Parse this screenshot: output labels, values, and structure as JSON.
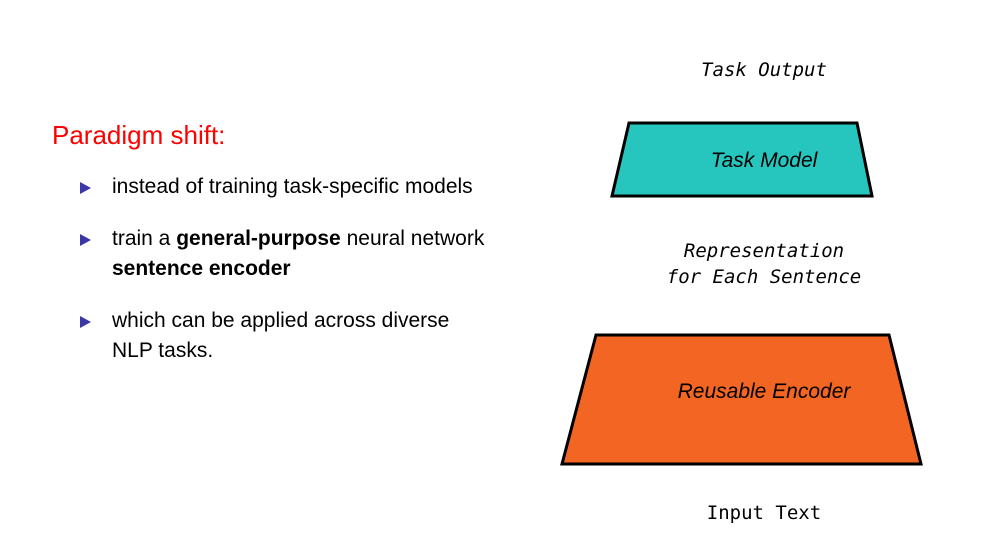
{
  "slide": {
    "title": "Paradigm shift:",
    "title_color": "#ff0000",
    "background": "#ffffff",
    "bullets": [
      {
        "segments": [
          {
            "text": "instead of training task-specific models",
            "bold": false
          }
        ]
      },
      {
        "segments": [
          {
            "text": "train a ",
            "bold": false
          },
          {
            "text": "general-purpose",
            "bold": true
          },
          {
            "text": " neural network ",
            "bold": false
          },
          {
            "text": "sentence encoder",
            "bold": true
          }
        ]
      },
      {
        "segments": [
          {
            "text": "which can be applied across diverse NLP tasks.",
            "bold": false
          }
        ]
      }
    ],
    "bullet_marker_color": "#3b37a8",
    "bullet_marker_icon": "triangle-right-icon"
  },
  "diagram": {
    "top_label": "Task Output",
    "middle_label_line1": "Representation",
    "middle_label_line2": "for Each Sentence",
    "bottom_label": "Input Text",
    "task_model": {
      "label": "Task Model",
      "fill": "#26c6be",
      "stroke": "#000000"
    },
    "reusable_encoder": {
      "label": "Reusable Encoder",
      "fill": "#f26522",
      "stroke": "#000000"
    }
  }
}
